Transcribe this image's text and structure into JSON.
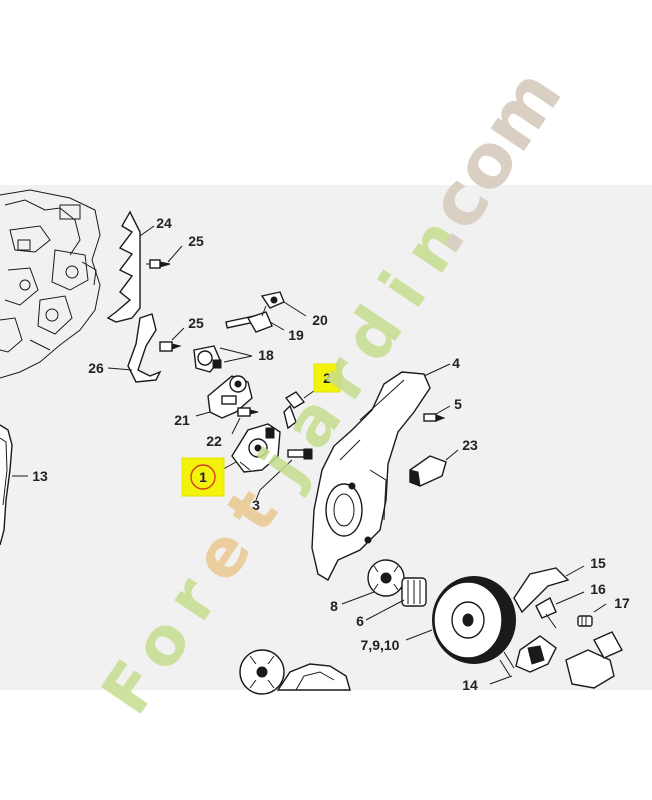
{
  "watermark": {
    "site_text": ".com",
    "brand_letters": [
      {
        "ch": "F",
        "color": "#c5de8e"
      },
      {
        "ch": "o",
        "color": "#c5de8e"
      },
      {
        "ch": "r",
        "color": "#c5de8e"
      },
      {
        "ch": "e",
        "color": "#e9c88f"
      },
      {
        "ch": "t",
        "color": "#e9c88f"
      },
      {
        "ch": "j",
        "color": "#c5de8e"
      },
      {
        "ch": "a",
        "color": "#c5de8e"
      },
      {
        "ch": "r",
        "color": "#c5de8e"
      },
      {
        "ch": "d",
        "color": "#c5de8e"
      },
      {
        "ch": "i",
        "color": "#c5de8e"
      },
      {
        "ch": "n",
        "color": "#c5de8e"
      }
    ],
    "site_color": "#d9cfc2"
  },
  "highlight_color": "#f2f20a",
  "callouts": [
    {
      "id": "1",
      "label": "1"
    },
    {
      "id": "2",
      "label": "2"
    },
    {
      "id": "3",
      "label": "3"
    },
    {
      "id": "4",
      "label": "4"
    },
    {
      "id": "5",
      "label": "5"
    },
    {
      "id": "6",
      "label": "6"
    },
    {
      "id": "7",
      "label": "7,9,10"
    },
    {
      "id": "8",
      "label": "8"
    },
    {
      "id": "13",
      "label": "13"
    },
    {
      "id": "14",
      "label": "14"
    },
    {
      "id": "15",
      "label": "15"
    },
    {
      "id": "16",
      "label": "16"
    },
    {
      "id": "17",
      "label": "17"
    },
    {
      "id": "18",
      "label": "18"
    },
    {
      "id": "19",
      "label": "19"
    },
    {
      "id": "20",
      "label": "20"
    },
    {
      "id": "21",
      "label": "21"
    },
    {
      "id": "22",
      "label": "22"
    },
    {
      "id": "23",
      "label": "23"
    },
    {
      "id": "24",
      "label": "24"
    },
    {
      "id": "25a",
      "label": "25"
    },
    {
      "id": "25b",
      "label": "25"
    },
    {
      "id": "26",
      "label": "26"
    }
  ]
}
